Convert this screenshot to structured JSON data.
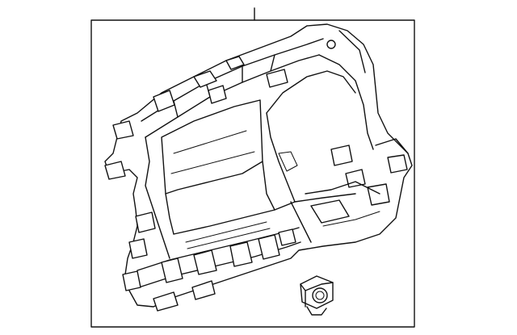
{
  "diagram": {
    "callout_count": 1,
    "colors": {
      "line": "#111111",
      "background": "#ffffff"
    },
    "parts": [
      {
        "id": "trim-panel",
        "kind": "quarter-trim-panel"
      },
      {
        "id": "clip",
        "kind": "fastener-clip"
      }
    ]
  }
}
